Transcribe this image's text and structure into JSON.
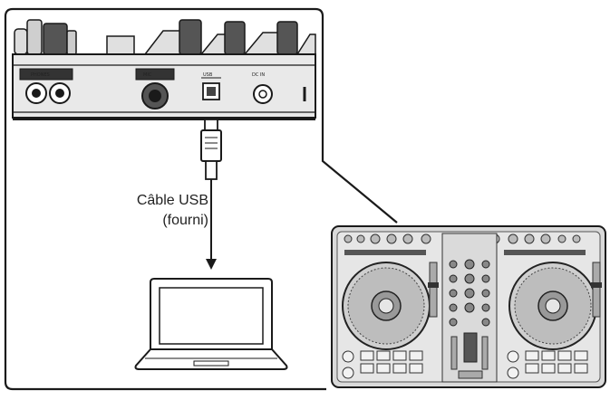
{
  "diagram": {
    "cable_label_line1": "Câble USB",
    "cable_label_line2": "(fourni)",
    "rear_panel": {
      "jack_labels": [
        "PHONES",
        "MIC",
        "USB",
        "DC IN"
      ]
    },
    "colors": {
      "line": "#1a1a1a",
      "panel_fill": "#e9e9e9",
      "controller_fill": "#d9d9d9",
      "background": "#ffffff"
    },
    "icons": [
      "usb-plug-icon",
      "laptop-icon",
      "dj-controller-icon",
      "arrow-down-icon"
    ]
  }
}
